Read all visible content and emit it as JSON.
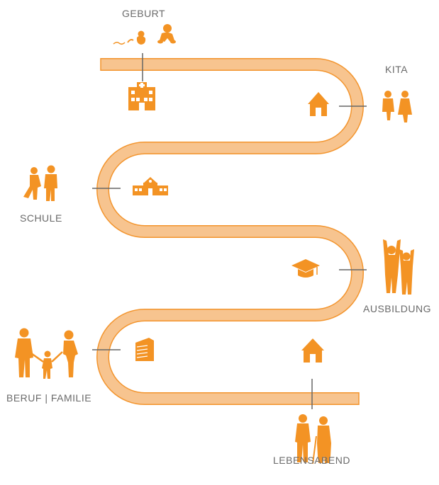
{
  "colors": {
    "road_fill": "#f7c48f",
    "road_edge": "#f3952e",
    "icon": "#f39324",
    "connector": "#666666",
    "label_text": "#6a6a6a"
  },
  "stages": [
    {
      "id": "geburt",
      "label": "GEBURT",
      "building_icon": "hospital-icon",
      "figure_icon": "baby-development-icon"
    },
    {
      "id": "kita",
      "label": "KITA",
      "building_icon": "house-icon",
      "figure_icon": "toddlers-icon"
    },
    {
      "id": "schule",
      "label": "SCHULE",
      "building_icon": "school-icon",
      "figure_icon": "schoolchildren-icon"
    },
    {
      "id": "ausbildung",
      "label": "AUSBILDUNG",
      "building_icon": "graduation-cap-icon",
      "figure_icon": "cheering-teens-icon"
    },
    {
      "id": "beruf",
      "label": "BERUF | FAMILIE",
      "building_icon": "office-building-icon",
      "figure_icon": "family-icon"
    },
    {
      "id": "lebensabend",
      "label": "LEBENSABEND",
      "building_icon": "house-icon",
      "figure_icon": "elderly-couple-icon"
    }
  ]
}
